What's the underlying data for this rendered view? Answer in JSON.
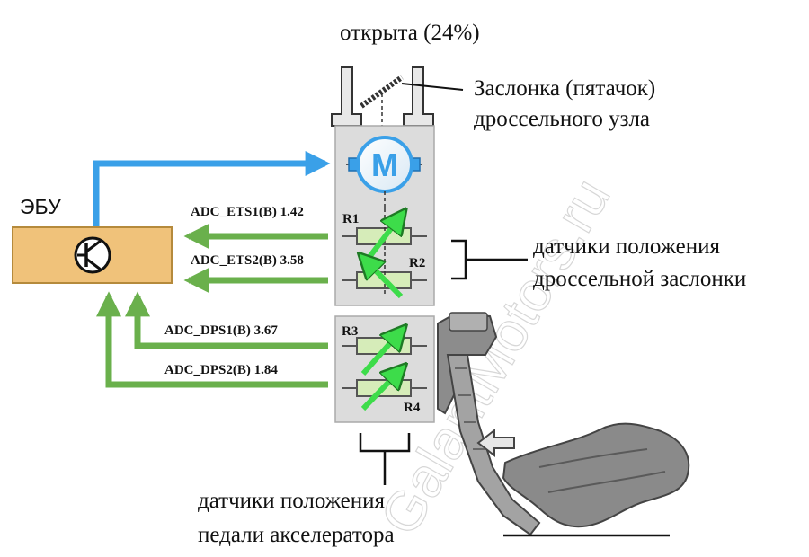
{
  "diagram": {
    "throttle_state": "открыта (24%)",
    "throttle_plate_label_line1": "Заслонка (пятачок)",
    "throttle_plate_label_line2": "дроссельного узла",
    "ecu_label": "ЭБУ",
    "motor_letter": "M",
    "tps_label_line1": "датчики положения",
    "tps_label_line2": "дроссельной заслонки",
    "pps_label_line1": "датчики положения",
    "pps_label_line2": "педали акселератора",
    "resistors": {
      "r1": "R1",
      "r2": "R2",
      "r3": "R3",
      "r4": "R4"
    },
    "signals": {
      "ets1": "ADC_ETS1(В) 1.42",
      "ets2": "ADC_ETS2(В) 3.58",
      "dps1": "ADC_DPS1(В) 3.67",
      "dps2": "ADC_DPS2(В) 1.84"
    },
    "watermark": "GalantMotors.ru",
    "colors": {
      "motor_line": "#3aa0e8",
      "signal_line": "#6ab04c",
      "ecu_fill": "#f0c27a",
      "ecu_border": "#b58a3c",
      "housing_fill": "#dcdcdc",
      "resistor_fill": "#d6ecb9",
      "wiper_arrow": "#3ddc4a"
    }
  }
}
